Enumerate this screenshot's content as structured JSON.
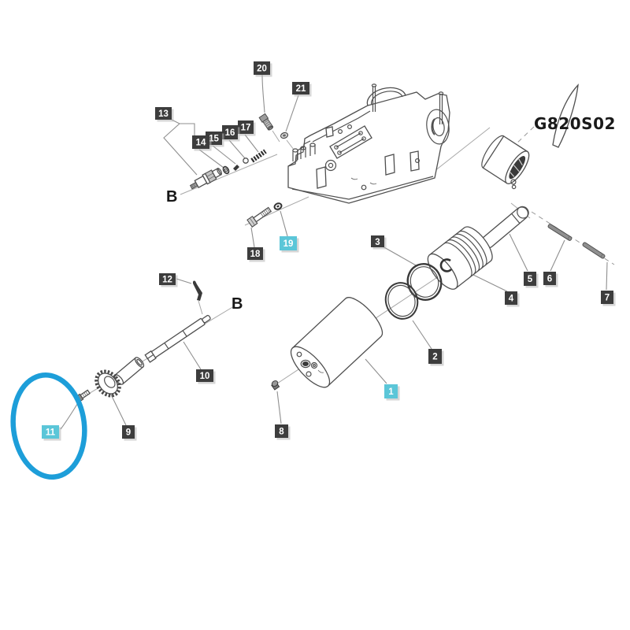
{
  "figure": {
    "reference_code": "G820S02",
    "section_letter": "B",
    "colors": {
      "label_dark": "#3d3d3d",
      "label_highlight": "#5bc6d8",
      "highlight_circle": "#1d9ed9"
    },
    "labels": [
      {
        "text": "1",
        "highlight": true
      },
      {
        "text": "2",
        "highlight": false
      },
      {
        "text": "3",
        "highlight": false
      },
      {
        "text": "4",
        "highlight": false
      },
      {
        "text": "5",
        "highlight": false
      },
      {
        "text": "6",
        "highlight": false
      },
      {
        "text": "7",
        "highlight": false
      },
      {
        "text": "8",
        "highlight": false
      },
      {
        "text": "9",
        "highlight": false
      },
      {
        "text": "10",
        "highlight": false
      },
      {
        "text": "11",
        "highlight": true
      },
      {
        "text": "12",
        "highlight": false
      },
      {
        "text": "13",
        "highlight": false
      },
      {
        "text": "14",
        "highlight": false
      },
      {
        "text": "15",
        "highlight": false
      },
      {
        "text": "16",
        "highlight": false
      },
      {
        "text": "17",
        "highlight": false
      },
      {
        "text": "18",
        "highlight": false
      },
      {
        "text": "19",
        "highlight": true
      },
      {
        "text": "20",
        "highlight": false
      },
      {
        "text": "21",
        "highlight": false
      }
    ]
  }
}
